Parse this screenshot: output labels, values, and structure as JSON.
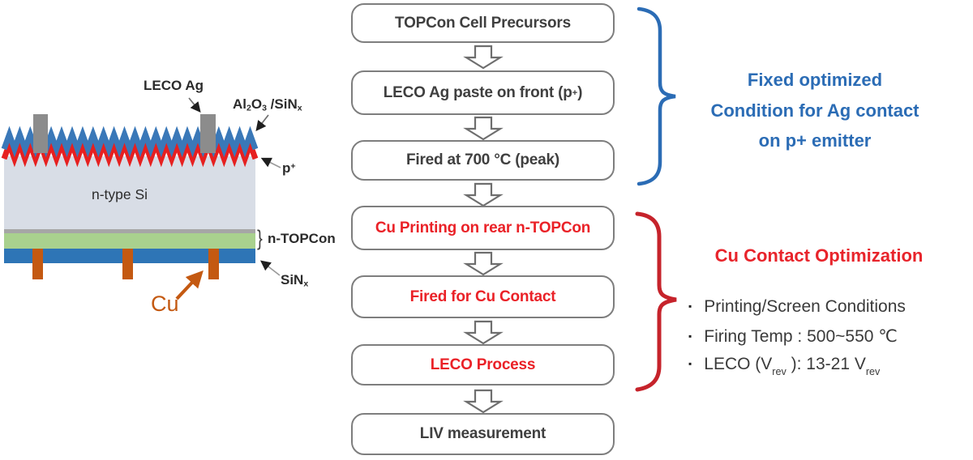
{
  "cell": {
    "leco_ag": "LECO Ag",
    "alox": {
      "b1": "Al",
      "s1": "2",
      "b2": "O",
      "s2": "3",
      "b3": " /SiN",
      "s3": "x"
    },
    "p_plus": {
      "b": "p",
      "sup": "+"
    },
    "n_type_si": "n-type Si",
    "brace_glyph": "}",
    "n_topcon": "n-TOPCon",
    "sinx": {
      "b": "SiN",
      "s": "x"
    },
    "cu": "Cu"
  },
  "flow": {
    "boxes": [
      {
        "pre": "TOPCon Cell Precursors",
        "sup": "",
        "post": ""
      },
      {
        "pre": "LECO Ag paste on front (p",
        "sup": "+",
        "post": ")"
      },
      {
        "pre": "Fired at 700 °C (peak)",
        "sup": "",
        "post": ""
      },
      {
        "pre": "Cu Printing on rear n-TOPCon",
        "sup": "",
        "post": ""
      },
      {
        "pre": "Fired for Cu Contact",
        "sup": "",
        "post": ""
      },
      {
        "pre": "LECO Process",
        "sup": "",
        "post": ""
      },
      {
        "pre": "LIV measurement",
        "sup": "",
        "post": ""
      }
    ]
  },
  "annotations": {
    "blue_note": {
      "line1": "Fixed optimized",
      "line2": "Condition for Ag contact",
      "line3": "on p+ emitter"
    },
    "red_note": {
      "title": "Cu Contact Optimization",
      "bullet_marker": "▪",
      "bullet1": "Printing/Screen Conditions",
      "bullet2": "Firing Temp : 500~550 ℃",
      "bullet3": {
        "pre": "LECO (V",
        "sub1": "rev",
        "mid": " ): 13-21 V",
        "sub2": "rev"
      }
    }
  },
  "colors": {
    "blue_accent": "#2b6cb5",
    "red_accent": "#e8242b",
    "red_brace": "#c6232b",
    "box_border_gray": "#7e7e7e",
    "box_text_dark": "#3f3f3f",
    "cu_orange": "#c45911",
    "ag_gray": "#8c8c8c",
    "si_body_gray": "#d8dde6",
    "tunnel_oxide_gray": "#a6a6a6",
    "topcon_green": "#a9d18e",
    "sinx_blue": "#2e75b6",
    "zigzag_red": "#e62020",
    "zigzag_blue": "#3a78b8"
  }
}
